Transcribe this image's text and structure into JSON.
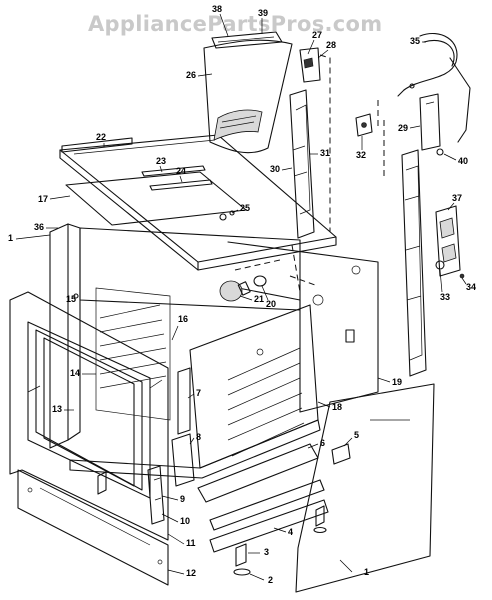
{
  "watermark": "AppliancePartsPros.com",
  "callouts": [
    {
      "id": "c1a",
      "label": "1"
    },
    {
      "id": "c1b",
      "label": "1"
    },
    {
      "id": "c2",
      "label": "2"
    },
    {
      "id": "c3",
      "label": "3"
    },
    {
      "id": "c4",
      "label": "4"
    },
    {
      "id": "c5",
      "label": "5"
    },
    {
      "id": "c6",
      "label": "6"
    },
    {
      "id": "c7",
      "label": "7"
    },
    {
      "id": "c8",
      "label": "8"
    },
    {
      "id": "c9",
      "label": "9"
    },
    {
      "id": "c10",
      "label": "10"
    },
    {
      "id": "c11",
      "label": "11"
    },
    {
      "id": "c12",
      "label": "12"
    },
    {
      "id": "c13",
      "label": "13"
    },
    {
      "id": "c14",
      "label": "14"
    },
    {
      "id": "c15",
      "label": "15"
    },
    {
      "id": "c16",
      "label": "16"
    },
    {
      "id": "c17",
      "label": "17"
    },
    {
      "id": "c18",
      "label": "18"
    },
    {
      "id": "c19",
      "label": "19"
    },
    {
      "id": "c20",
      "label": "20"
    },
    {
      "id": "c21",
      "label": "21"
    },
    {
      "id": "c22",
      "label": "22"
    },
    {
      "id": "c23",
      "label": "23"
    },
    {
      "id": "c24",
      "label": "24"
    },
    {
      "id": "c25",
      "label": "25"
    },
    {
      "id": "c26",
      "label": "26"
    },
    {
      "id": "c27",
      "label": "27"
    },
    {
      "id": "c28",
      "label": "28"
    },
    {
      "id": "c29",
      "label": "29"
    },
    {
      "id": "c30",
      "label": "30"
    },
    {
      "id": "c31",
      "label": "31"
    },
    {
      "id": "c32",
      "label": "32"
    },
    {
      "id": "c33",
      "label": "33"
    },
    {
      "id": "c34",
      "label": "34"
    },
    {
      "id": "c35",
      "label": "35"
    },
    {
      "id": "c36",
      "label": "36"
    },
    {
      "id": "c37",
      "label": "37"
    },
    {
      "id": "c38",
      "label": "38"
    },
    {
      "id": "c39",
      "label": "39"
    },
    {
      "id": "c40",
      "label": "40"
    }
  ]
}
